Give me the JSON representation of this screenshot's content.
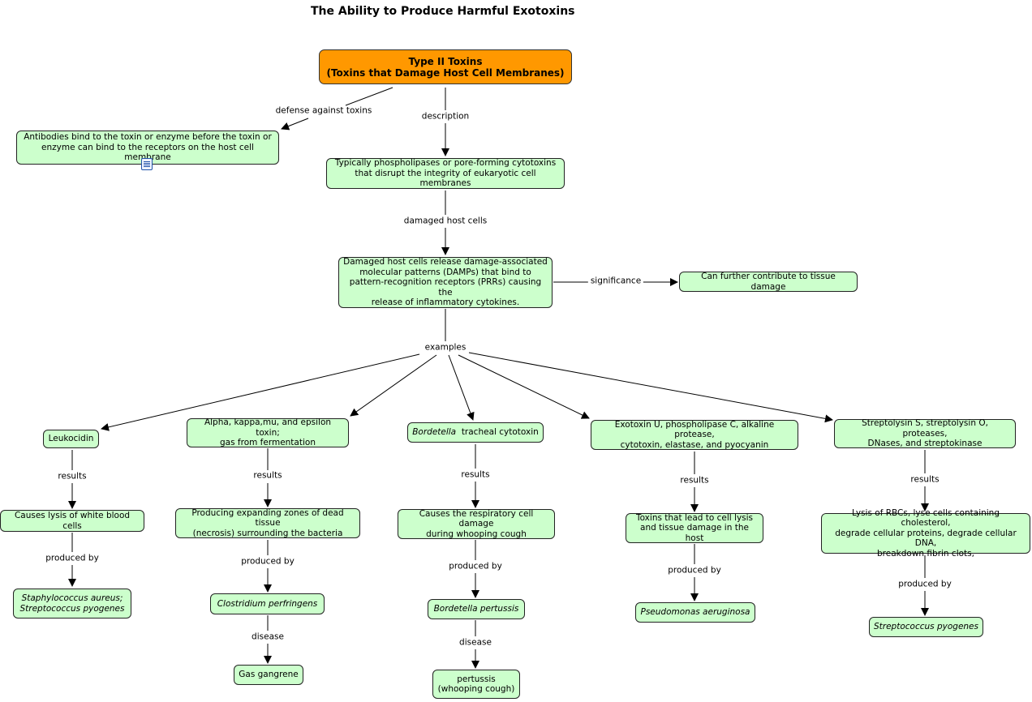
{
  "title": "The Ability to Produce Harmful Exotoxins",
  "nodes": {
    "root": "Type II Toxins\n(Toxins that Damage Host Cell Membranes)",
    "antibodies": "Antibodies bind to the toxin or enzyme before the toxin or\nenzyme can bind to the receptors on the host cell membrane",
    "phospholipases": "Typically phospholipases or pore-forming cytotoxins\nthat disrupt the integrity of eukaryotic cell membranes",
    "damps": "Damaged host cells release damage-associated\nmolecular patterns (DAMPs) that bind to\npattern-recognition receptors (PRRs) causing the\nrelease of inflammatory cytokines.",
    "tissue": "Can further contribute to tissue damage",
    "leukocidin": "Leukocidin",
    "alpha": "Alpha, kappa,mu, and epsilon toxin;\ngas from fermentation",
    "bordetella_genus": "Bordetella",
    "bordetella_rest": "tracheal cytotoxin",
    "exotoxinu": "Exotoxin U, phospholipase C, alkaline protease,\ncytotoxin, elastase, and pyocyanin",
    "streptolysin": "Streptolysin S, streptolysin O, proteases,\nDNases, and streptokinase",
    "wbc": "Causes lysis of white blood cells",
    "necrosis": "Producing expanding zones of dead tissue\n(necrosis) surrounding the bacteria",
    "respiratory": "Causes the respiratory cell damage\nduring whooping cough",
    "celllysis": "Toxins that lead to cell lysis\nand tissue damage in the host",
    "rbc": "Lysis of RBCs, lyse cells containing cholesterol,\ndegrade cellular proteins, degrade cellular DNA,\nbreakdown fibrin clots,",
    "staph": "Staphylococcus aureus;\nStreptococcus pyogenes",
    "clostridium": "Clostridium perfringens",
    "bpertussis": "Bordetella pertussis",
    "pseudomonas": "Pseudomonas aeruginosa",
    "strep": "Streptococcus pyogenes",
    "gangrene": "Gas gangrene",
    "pertussis": "pertussis\n(whooping cough)"
  },
  "links": {
    "defense": "defense against toxins",
    "description": "description",
    "damaged": "damaged host cells",
    "significance": "significance",
    "examples": "examples",
    "results": "results",
    "produced_by": "produced by",
    "disease": "disease"
  },
  "colors": {
    "concept_fill": "#ccffcc",
    "root_fill": "#ff9800",
    "line": "#000000"
  },
  "icons": [
    "document-icon"
  ]
}
